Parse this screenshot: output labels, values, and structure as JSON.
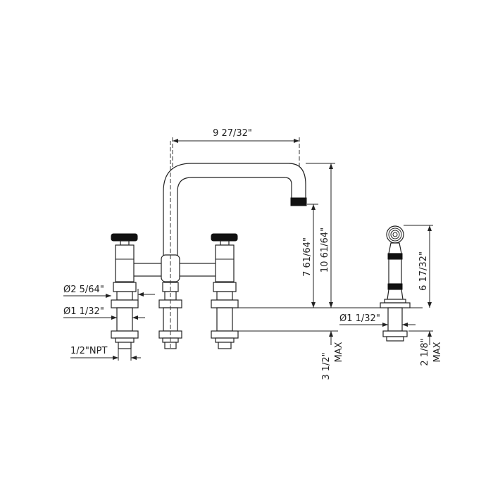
{
  "title": "Bridge faucet with side sprayer dimension drawing",
  "dimensions": {
    "spout_reach": "9 27/32\"",
    "spout_outlet_height": "7 61/64\"",
    "overall_height": "10 61/64\"",
    "sprayer_height": "6 17/32\"",
    "base_diameter": "Ø2 5/64\"",
    "shank_diameter": "Ø1 1/32\"",
    "sprayer_shank_diameter": "Ø1 1/32\"",
    "inlet_thread": "1/2\"NPT",
    "faucet_deck_thickness": "3 1/2\"",
    "faucet_deck_max": "MAX",
    "sprayer_deck_thickness": "2 1/8\"",
    "sprayer_deck_max": "MAX"
  }
}
